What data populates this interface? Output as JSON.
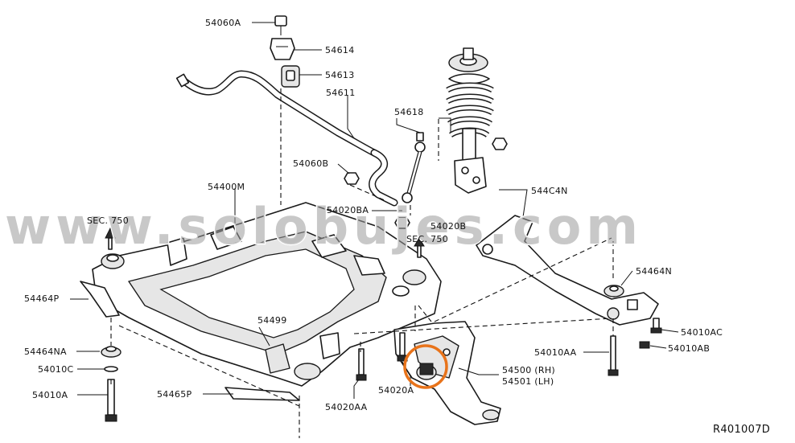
{
  "diagram": {
    "drawing_code": "R401007D",
    "watermark": "www.solobujes.com",
    "highlight_color": "#e8731a",
    "callouts": {
      "p54060A": "54060A",
      "p54614": "54614",
      "p54613": "54613",
      "p54611": "54611",
      "p54618": "54618",
      "p54060B": "54060B",
      "p54400M": "54400M",
      "p54020BA": "54020BA",
      "p54020B": "54020B",
      "sec750_left": "SEC. 750",
      "sec750_right": "SEC. 750",
      "p544C4N": "544C4N",
      "p54464N": "54464N",
      "p54464P": "54464P",
      "p54499": "54499",
      "p54464NA": "54464NA",
      "p54010C": "54010C",
      "p54010A": "54010A",
      "p54465P": "54465P",
      "p54020AA": "54020AA",
      "p54020A": "54020A",
      "p54500": "54500 (RH)",
      "p54501": "54501 (LH)",
      "p54010AA": "54010AA",
      "p54010AC": "54010AC",
      "p54010AB": "54010AB"
    }
  }
}
